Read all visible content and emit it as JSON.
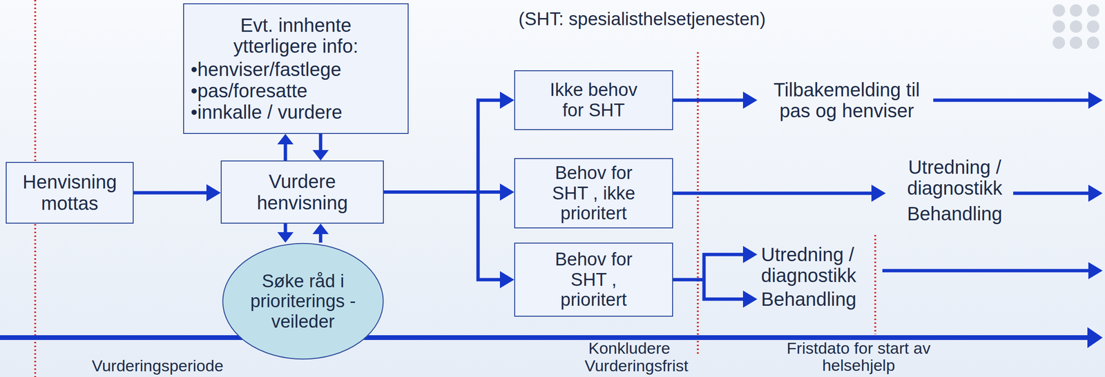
{
  "diagram": {
    "nodes": [
      {
        "text": [
          "Evt. innhente ytterligere info:",
          "•henviser/fastlege",
          "•pas/foresatte",
          "•innkalle / vurdere"
        ]
      },
      {
        "text": [
          "Henvisning mottas"
        ]
      },
      {
        "text": [
          "Vurdere henvisning"
        ]
      },
      {
        "text": [
          "Søke råd i prioriterings -veileder"
        ]
      },
      {
        "text": [
          "Ikke behov for SHT"
        ]
      },
      {
        "text": [
          "Behov for SHT , ikke prioritert"
        ]
      },
      {
        "text": [
          "Behov for SHT , prioritert"
        ]
      }
    ],
    "edges": [
      {
        "from": 1,
        "to": 2,
        "arrow": "to"
      },
      {
        "from": 2,
        "to": 0,
        "arrow": "to"
      },
      {
        "from": 0,
        "to": 2,
        "arrow": "to"
      },
      {
        "from": 2,
        "to": 3,
        "arrow": "to"
      },
      {
        "from": 3,
        "to": 2,
        "arrow": "to"
      },
      {
        "from": 2,
        "to": 4,
        "arrow": "to"
      },
      {
        "from": 2,
        "to": 5,
        "arrow": "to"
      },
      {
        "from": 2,
        "to": 6,
        "arrow": "to"
      }
    ],
    "labels": [
      "(SHT: spesialisthelsetjenesten)",
      "Tilbakemelding til pas og henviser",
      "Utredning / diagnostikk",
      "Behandling",
      "Utredning / diagnostikk",
      "Behandling",
      "Konkludere",
      "Fristdato for start av helsehjelp",
      "Vurderingsperiode",
      "Vurderingsfrist"
    ]
  }
}
